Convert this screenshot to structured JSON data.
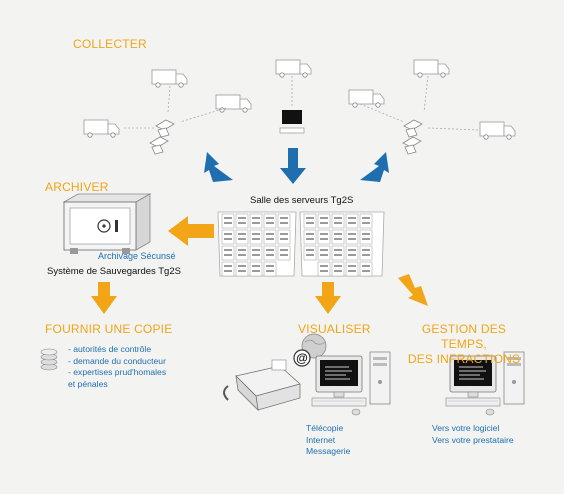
{
  "headings": {
    "collect": "COLLECTER",
    "archive": "ARCHIVER",
    "copy": "FOURNIR UNE COPIE",
    "view": "VISUALISER",
    "manage_l1": "GESTION DES TEMPS,",
    "manage_l2": "DES INFRACTIONS"
  },
  "labels": {
    "server_room": "Salle des serveurs Tg2S",
    "secure_archive": "Archivage Sécunsé",
    "backup_system": "Système de Sauvegardes Tg2S"
  },
  "copy_items": [
    "- autorités de contrôle",
    "- demande du conducteur",
    "- expertises prud'homales",
    "et pénales"
  ],
  "view_items": [
    "Télécopie",
    "Internet",
    "Messagerie"
  ],
  "manage_items": [
    "Vers votre logiciel",
    "Vers votre prestataire"
  ],
  "colors": {
    "orange": "#f2a516",
    "blue_arrow": "#1f6fb0",
    "text_blue": "#1f6fb0",
    "background": "#f3f3f1"
  }
}
